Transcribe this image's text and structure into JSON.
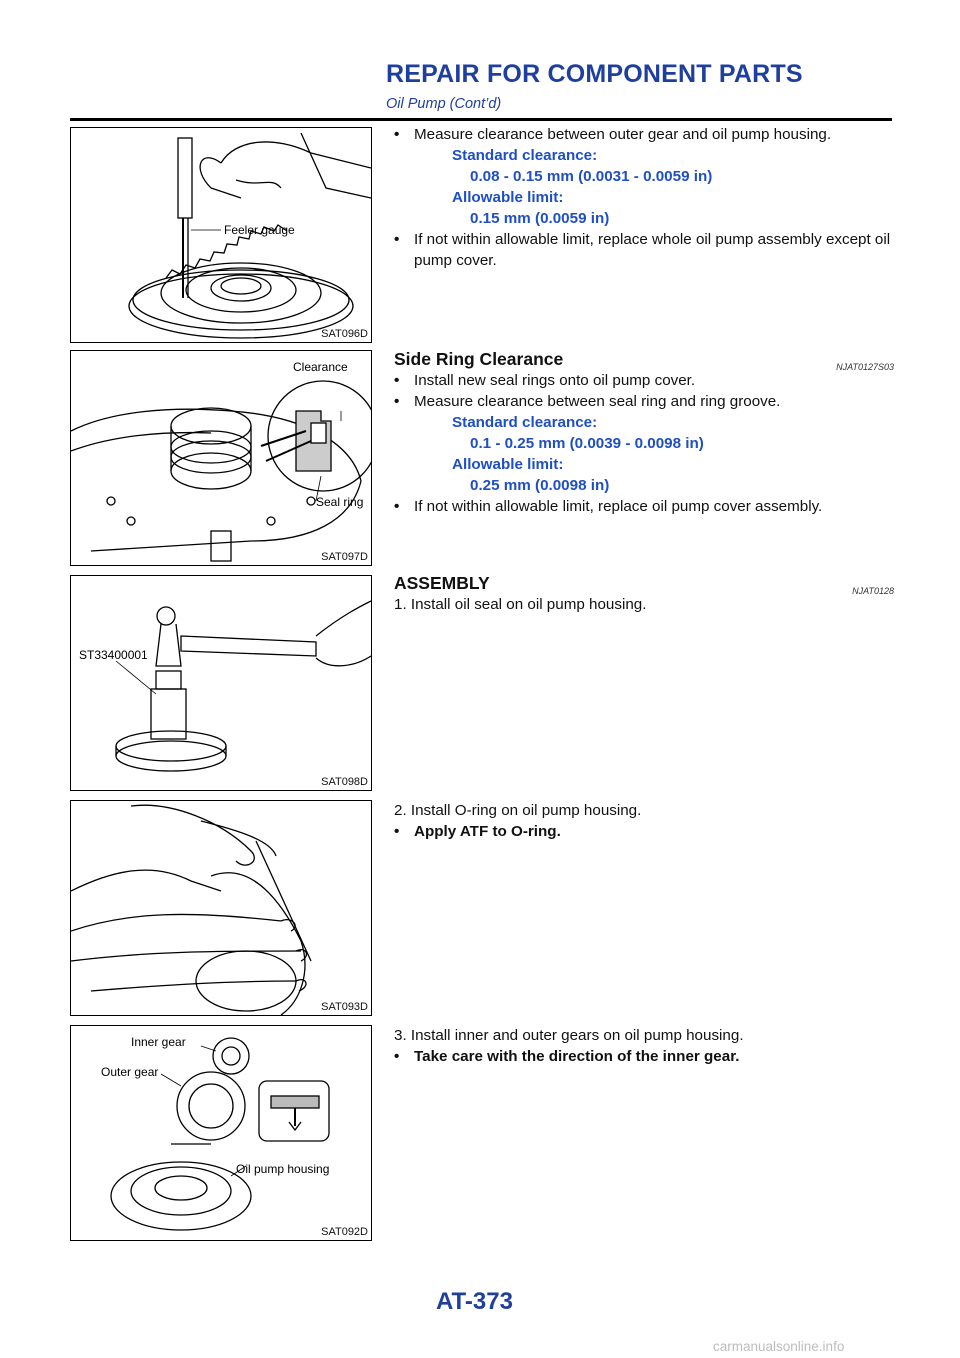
{
  "header": {
    "title": "REPAIR FOR COMPONENT PARTS",
    "subtitle": "Oil Pump (Cont’d)"
  },
  "bullet_mark": "•",
  "figures": {
    "f1": {
      "caption": "SAT096D",
      "label": "Feeler gauge"
    },
    "f2": {
      "caption": "SAT097D",
      "label_clearance": "Clearance",
      "label_seal": "Seal ring"
    },
    "f3": {
      "caption": "SAT098D",
      "label_tool": "ST33400001"
    },
    "f4": {
      "caption": "SAT093D"
    },
    "f5": {
      "caption": "SAT092D",
      "label_inner": "Inner gear",
      "label_outer": "Outer gear",
      "label_housing": "Oil pump housing"
    }
  },
  "s1": {
    "b1": "Measure clearance between outer gear and oil pump housing.",
    "std_label": "Standard clearance:",
    "std_value": "0.08 - 0.15 mm (0.0031 - 0.0059 in)",
    "lim_label": "Allowable limit:",
    "lim_value": "0.15 mm (0.0059 in)",
    "b2": "If not within allowable limit, replace whole oil pump assembly except oil pump cover."
  },
  "s2": {
    "heading": "Side Ring Clearance",
    "ref": "NJAT0127S03",
    "b1": "Install new seal rings onto oil pump cover.",
    "b2": "Measure clearance between seal ring and ring groove.",
    "std_label": "Standard clearance:",
    "std_value": "0.1 - 0.25 mm (0.0039 - 0.0098 in)",
    "lim_label": "Allowable limit:",
    "lim_value": "0.25 mm (0.0098 in)",
    "b3": "If not within allowable limit, replace oil pump cover assembly."
  },
  "s3": {
    "heading": "ASSEMBLY",
    "ref": "NJAT0128",
    "step1": "1. Install oil seal on oil pump housing."
  },
  "s4": {
    "step2": "2. Install O-ring on oil pump housing.",
    "b1": "Apply ATF to O-ring."
  },
  "s5": {
    "step3": "3. Install inner and outer gears on oil pump housing.",
    "b1": "Take care with the direction of the inner gear."
  },
  "footer": {
    "page": "AT-373",
    "watermark": "carmanualsonline.info"
  }
}
